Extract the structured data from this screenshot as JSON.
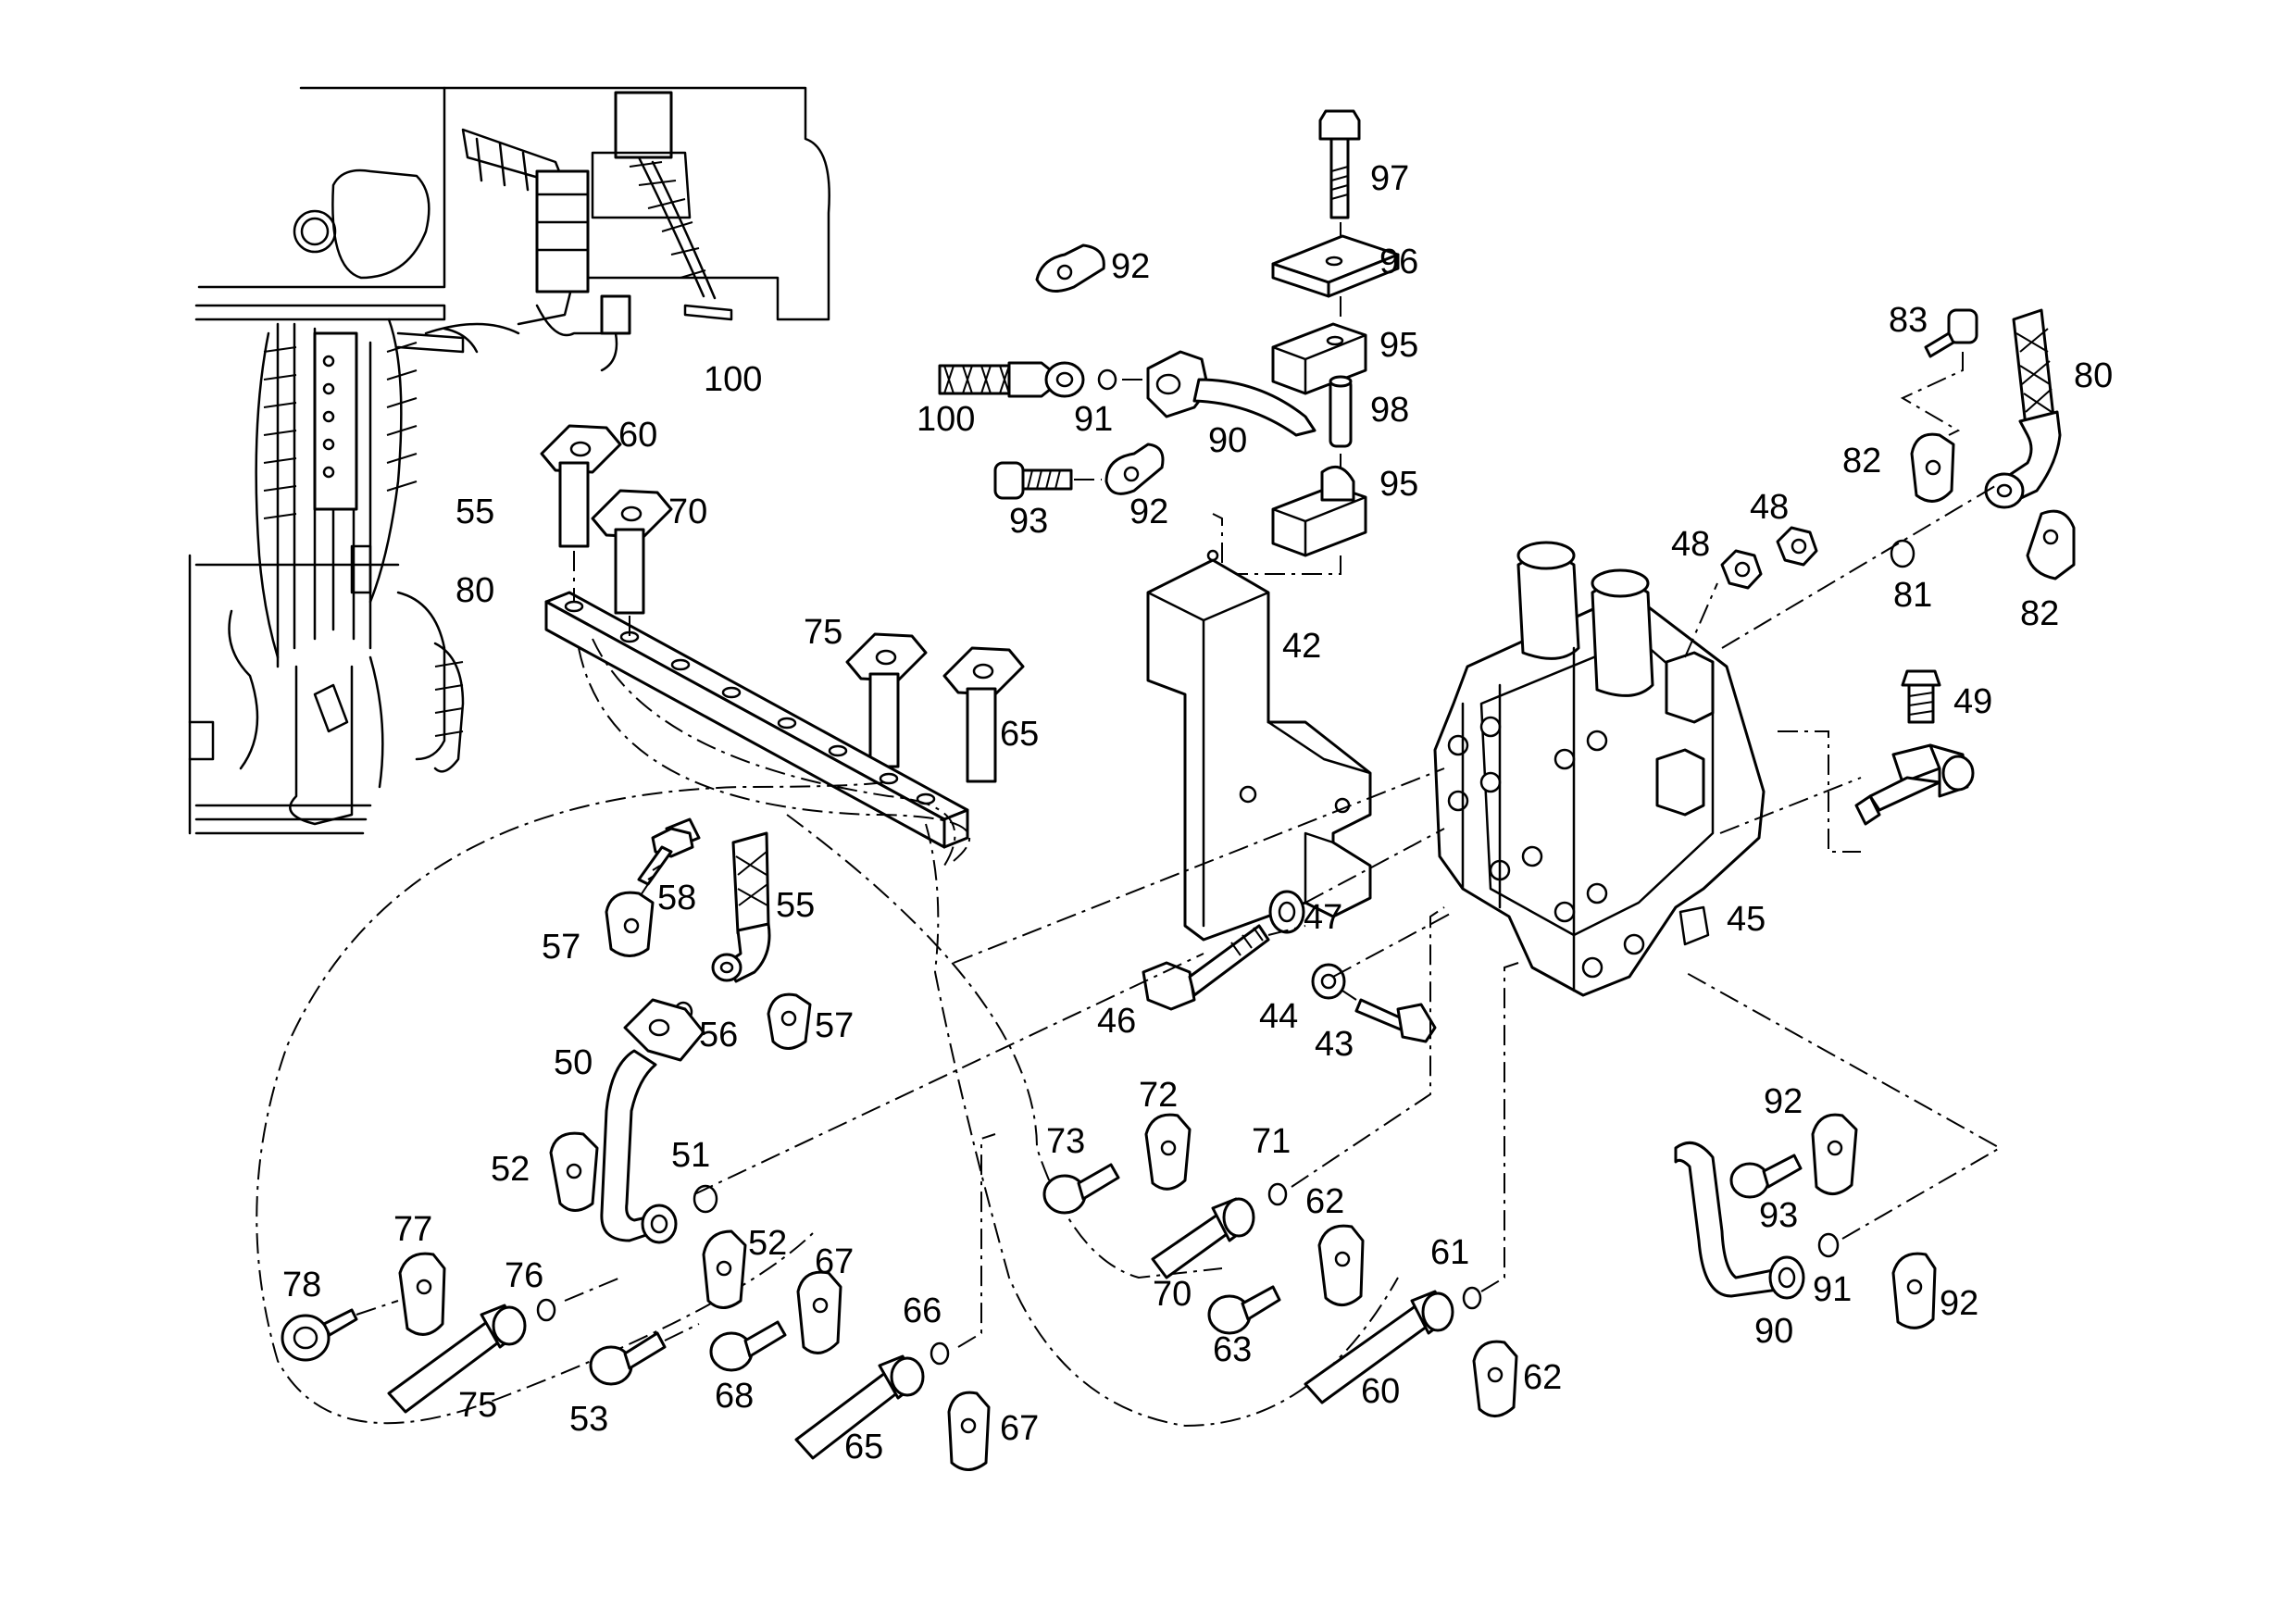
{
  "diagram": {
    "callouts": [
      "97",
      "96",
      "95",
      "98",
      "95",
      "92",
      "100",
      "91",
      "90",
      "93",
      "92",
      "100",
      "55",
      "80",
      "60",
      "70",
      "75",
      "65",
      "83",
      "80",
      "82",
      "48",
      "48",
      "81",
      "82",
      "42",
      "49",
      "47",
      "45",
      "46",
      "44",
      "43",
      "58",
      "55",
      "57",
      "56",
      "57",
      "50",
      "51",
      "52",
      "52",
      "77",
      "76",
      "78",
      "75",
      "53",
      "67",
      "68",
      "66",
      "65",
      "67",
      "72",
      "73",
      "71",
      "70",
      "62",
      "63",
      "61",
      "60",
      "62",
      "92",
      "93",
      "91",
      "90",
      "92"
    ]
  }
}
